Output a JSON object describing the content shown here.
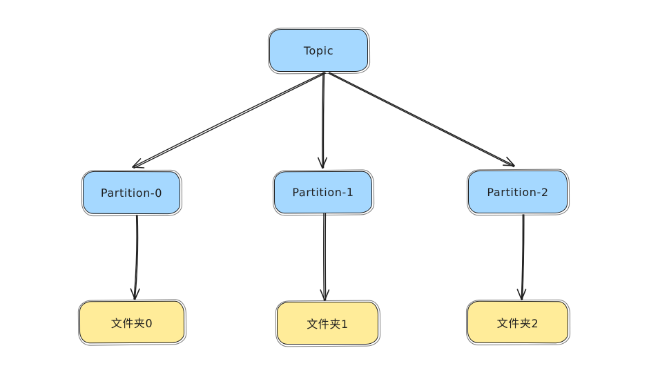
{
  "diagram": {
    "background_color": "#ffffff",
    "stroke_color": "#1e1e1e",
    "node_colors": {
      "blue": "#a5d8ff",
      "yellow": "#ffec99"
    },
    "nodes": [
      {
        "id": "topic",
        "label": "Topic",
        "fill": "#a5d8ff"
      },
      {
        "id": "partition-0",
        "label": "Partition-0",
        "fill": "#a5d8ff"
      },
      {
        "id": "partition-1",
        "label": "Partition-1",
        "fill": "#a5d8ff"
      },
      {
        "id": "partition-2",
        "label": "Partition-2",
        "fill": "#a5d8ff"
      },
      {
        "id": "folder-0",
        "label": "文件夹0",
        "fill": "#ffec99"
      },
      {
        "id": "folder-1",
        "label": "文件夹1",
        "fill": "#ffec99"
      },
      {
        "id": "folder-2",
        "label": "文件夹2",
        "fill": "#ffec99"
      }
    ],
    "edges": [
      {
        "from": "topic",
        "to": "partition-0"
      },
      {
        "from": "topic",
        "to": "partition-1"
      },
      {
        "from": "topic",
        "to": "partition-2"
      },
      {
        "from": "partition-0",
        "to": "folder-0"
      },
      {
        "from": "partition-1",
        "to": "folder-1"
      },
      {
        "from": "partition-2",
        "to": "folder-2"
      }
    ]
  }
}
